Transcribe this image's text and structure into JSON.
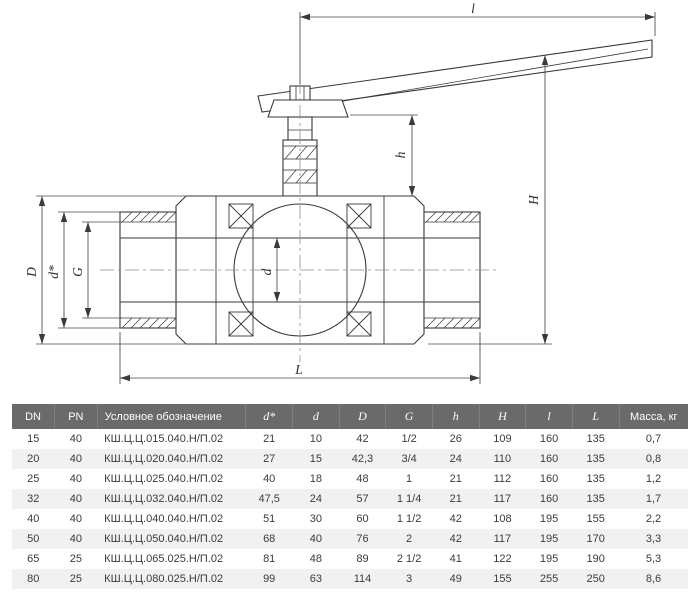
{
  "drawing": {
    "labels": {
      "l": "l",
      "H": "H",
      "h": "h",
      "D": "D",
      "d_star": "d*",
      "G": "G",
      "d": "d",
      "L": "L"
    }
  },
  "table": {
    "headers": [
      "DN",
      "PN",
      "Условное обозначение",
      "d*",
      "d",
      "D",
      "G",
      "h",
      "H",
      "l",
      "L",
      "Масса, кг"
    ],
    "rows": [
      [
        "15",
        "40",
        "КШ.Ц.Ц.015.040.Н/П.02",
        "21",
        "10",
        "42",
        "1/2",
        "26",
        "109",
        "160",
        "135",
        "0,7"
      ],
      [
        "20",
        "40",
        "КШ.Ц.Ц.020.040.Н/П.02",
        "27",
        "15",
        "42,3",
        "3/4",
        "24",
        "110",
        "160",
        "135",
        "0,8"
      ],
      [
        "25",
        "40",
        "КШ.Ц.Ц.025.040.Н/П.02",
        "40",
        "18",
        "48",
        "1",
        "21",
        "112",
        "160",
        "135",
        "1,2"
      ],
      [
        "32",
        "40",
        "КШ.Ц.Ц.032.040.Н/П.02",
        "47,5",
        "24",
        "57",
        "1 1/4",
        "21",
        "117",
        "160",
        "135",
        "1,7"
      ],
      [
        "40",
        "40",
        "КШ.Ц.Ц.040.040.Н/П.02",
        "51",
        "30",
        "60",
        "1 1/2",
        "42",
        "108",
        "195",
        "155",
        "2,2"
      ],
      [
        "50",
        "40",
        "КШ.Ц.Ц.050.040.Н/П.02",
        "68",
        "40",
        "76",
        "2",
        "42",
        "117",
        "195",
        "170",
        "3,3"
      ],
      [
        "65",
        "25",
        "КШ.Ц.Ц.065.025.Н/П.02",
        "81",
        "48",
        "89",
        "2 1/2",
        "41",
        "122",
        "195",
        "190",
        "5,3"
      ],
      [
        "80",
        "25",
        "КШ.Ц.Ц.080.025.Н/П.02",
        "99",
        "63",
        "114",
        "3",
        "49",
        "155",
        "255",
        "250",
        "8,6"
      ]
    ]
  },
  "colors": {
    "line": "#3a3a3a",
    "header_bg": "#6a6a6b",
    "header_text": "#ffffff",
    "row_alt_bg": "#f1f1f2",
    "row_text": "#3b3b3b"
  }
}
